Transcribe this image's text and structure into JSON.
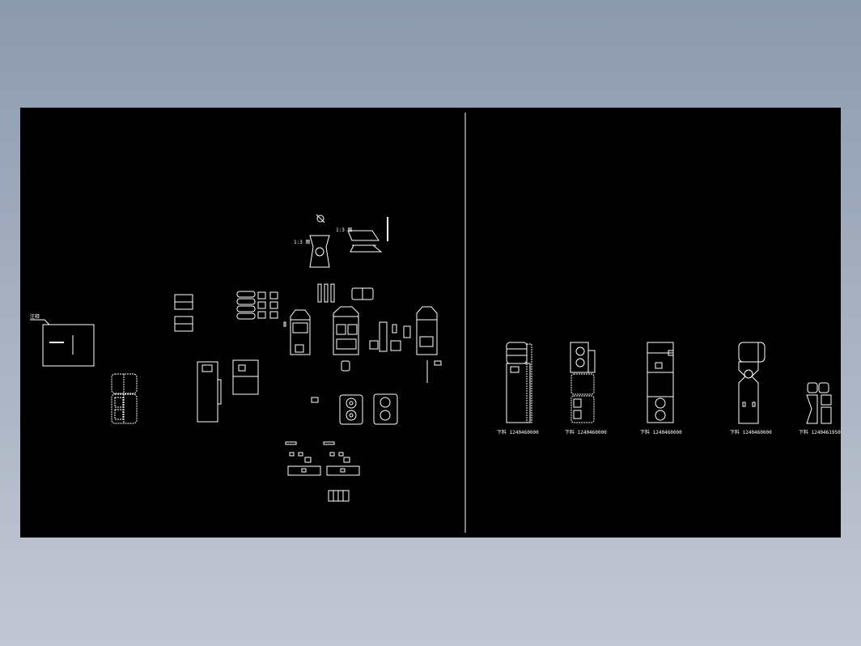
{
  "drawing": {
    "background": "#000000",
    "line_color": "#ffffff",
    "small_notes": [
      "注释",
      "1:3 图",
      "1:3 图"
    ],
    "part_labels": [
      "下料 1240460000",
      "下料 1240460000",
      "下料 1240460000",
      "下料 1240460000",
      "下料 1240461950"
    ]
  }
}
